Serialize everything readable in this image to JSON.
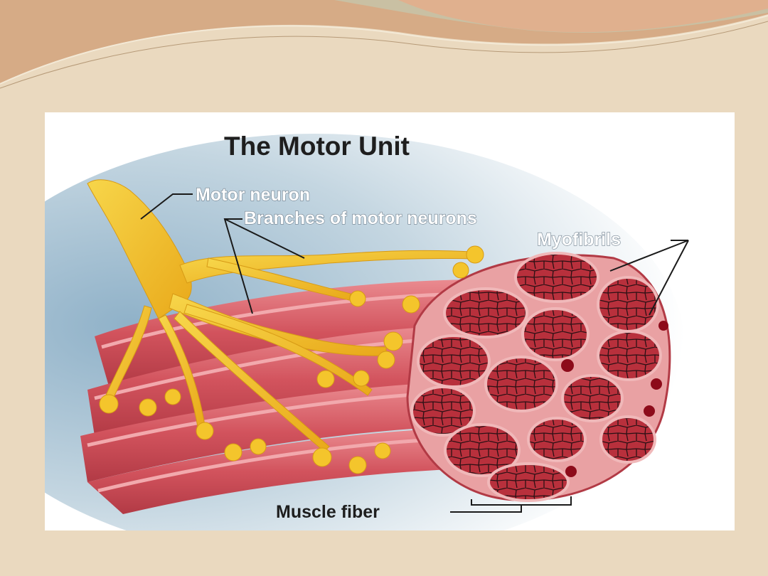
{
  "slide": {
    "background": "#ead9bf",
    "header_colors": [
      "#d6ab86",
      "#c9c0a3",
      "#e0b08e"
    ]
  },
  "diagram": {
    "title": "The Motor Unit",
    "labels": {
      "motor_neuron": "Motor neuron",
      "branches": "Branches of motor neurons",
      "myofibrils": "Myofibrils",
      "muscle_fiber": "Muscle fiber"
    },
    "colors": {
      "neuron": "#f2c029",
      "muscle": "#d2535d",
      "myofibril_face": "#b8303c",
      "backdrop": "#b8cfdc"
    }
  }
}
